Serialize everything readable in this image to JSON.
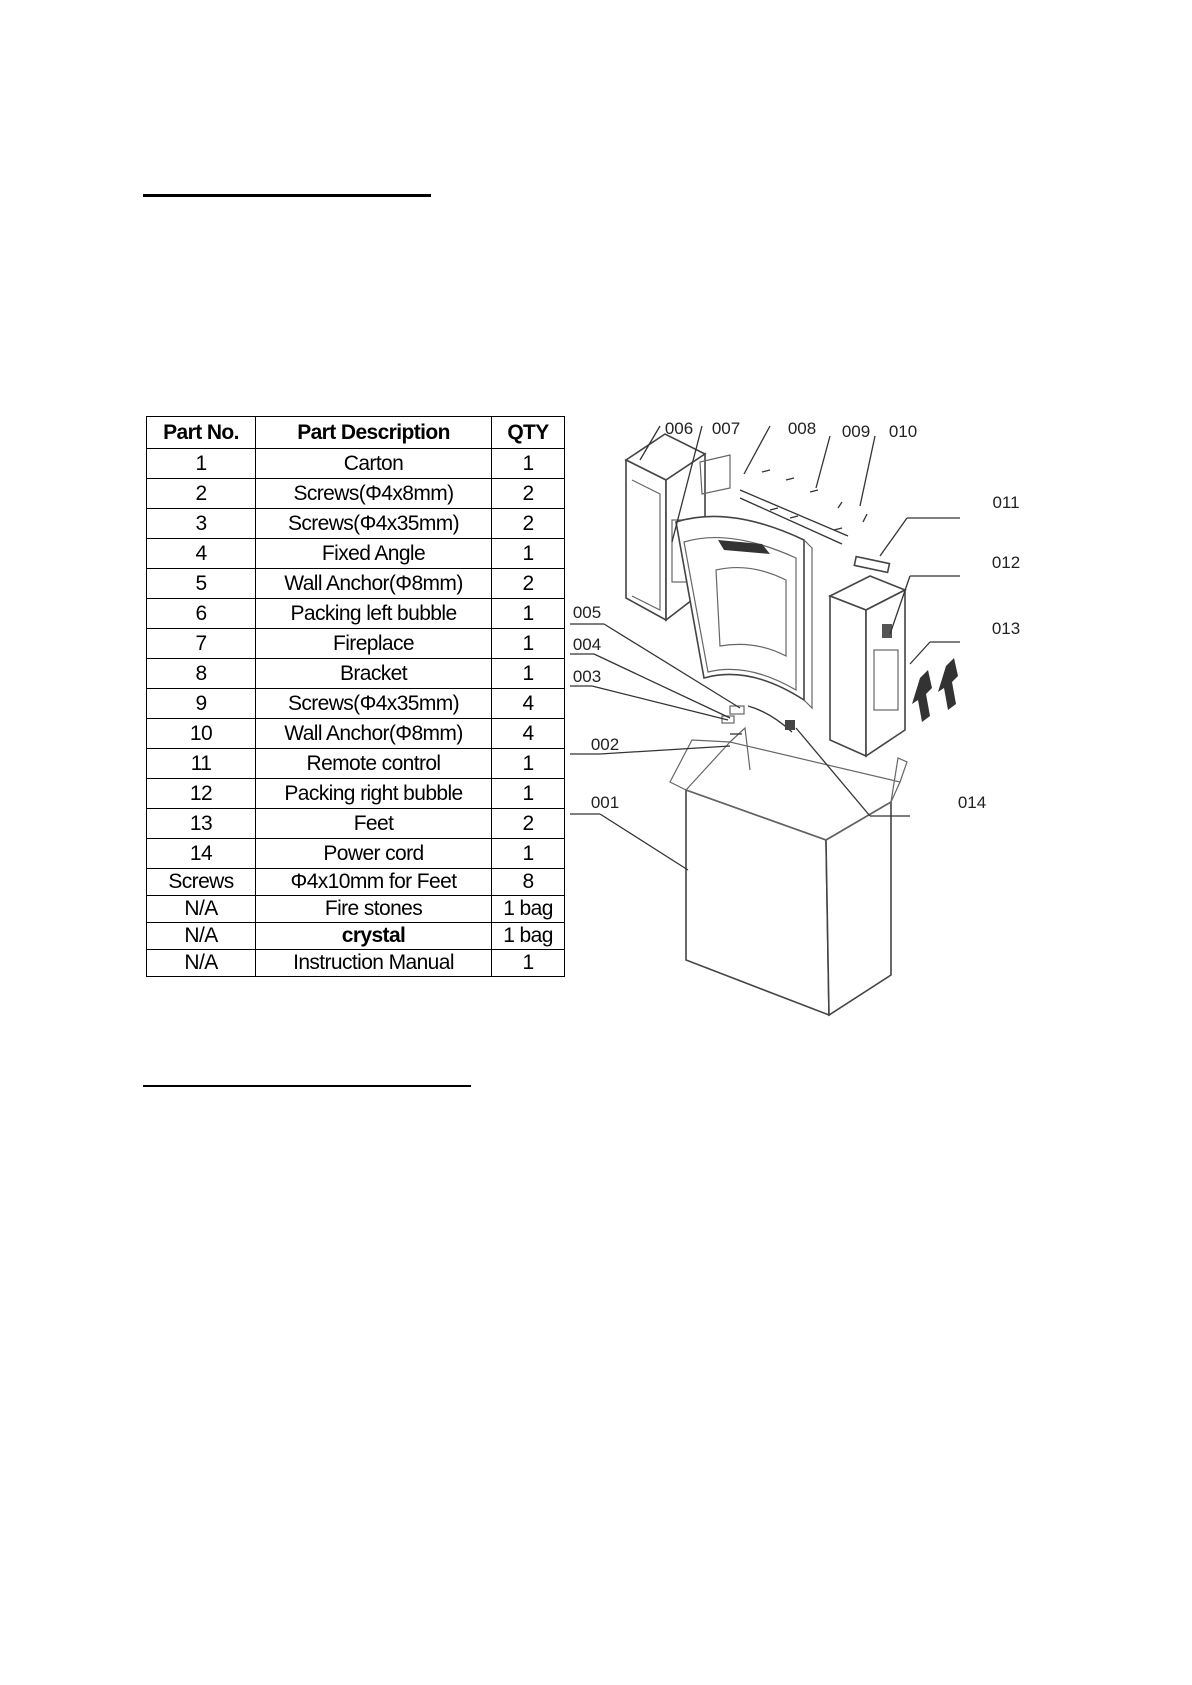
{
  "parts_table": {
    "headers": [
      "Part No.",
      "Part Description",
      "QTY"
    ],
    "rows": [
      [
        "1",
        "Carton",
        "1"
      ],
      [
        "2",
        "Screws(Φ4x8mm)",
        "2"
      ],
      [
        "3",
        "Screws(Φ4x35mm)",
        "2"
      ],
      [
        "4",
        "Fixed Angle",
        "1"
      ],
      [
        "5",
        "Wall Anchor(Φ8mm)",
        "2"
      ],
      [
        "6",
        "Packing left bubble",
        "1"
      ],
      [
        "7",
        "Fireplace",
        "1"
      ],
      [
        "8",
        "Bracket",
        "1"
      ],
      [
        "9",
        "Screws(Φ4x35mm)",
        "4"
      ],
      [
        "10",
        "Wall Anchor(Φ8mm)",
        "4"
      ],
      [
        "11",
        "Remote control",
        "1"
      ],
      [
        "12",
        "Packing right bubble",
        "1"
      ],
      [
        "13",
        "Feet",
        "2"
      ],
      [
        "14",
        "Power cord",
        "1"
      ],
      [
        "Screws",
        "Φ4x10mm for Feet",
        "8"
      ],
      [
        "N/A",
        "Fire stones",
        "1 bag"
      ],
      [
        "N/A",
        "crystal",
        "1 bag"
      ],
      [
        "N/A",
        "Instruction Manual",
        "1"
      ]
    ]
  },
  "diagram": {
    "labels": {
      "l001": "001",
      "l002": "002",
      "l003": "003",
      "l004": "004",
      "l005": "005",
      "l006": "006",
      "l007": "007",
      "l008": "008",
      "l009": "009",
      "l010": "010",
      "l011": "011",
      "l012": "012",
      "l013": "013",
      "l014": "014"
    }
  }
}
